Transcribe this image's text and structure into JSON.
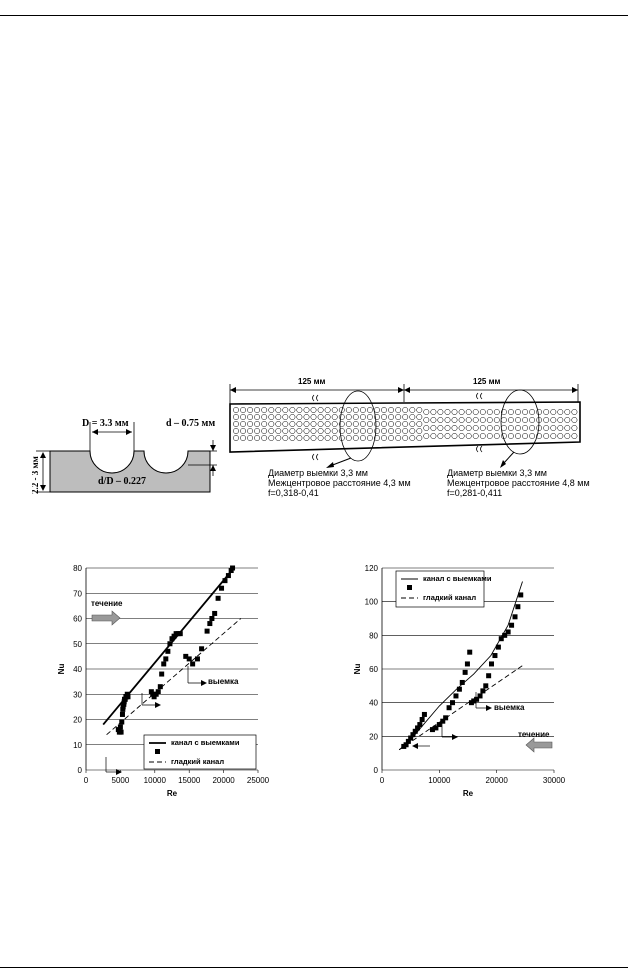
{
  "dimple_profile": {
    "D_label": "D = 3.3 мм",
    "d_label": "d – 0.75 мм",
    "height_label": "2.2 - 3 мм",
    "ratio_label": "d/D – 0.227"
  },
  "channel_plan": {
    "left_length": "125 мм",
    "right_length": "125 мм",
    "left_note": [
      "Диаметр выемки 3,3 мм",
      "Межцентровое расстояние 4,3 мм",
      "f=0,318-0,41"
    ],
    "right_note": [
      "Диаметр выемки 3,3 мм",
      "Межцентровое расстояние 4,8 мм",
      "f=0,281-0,411"
    ]
  },
  "chart_data": [
    {
      "type": "scatter",
      "xlabel": "Re",
      "ylabel": "Nu",
      "xlim": [
        0,
        25000
      ],
      "ylim": [
        0,
        80
      ],
      "xticks": [
        0,
        5000,
        10000,
        15000,
        20000,
        25000
      ],
      "yticks": [
        0,
        10,
        20,
        30,
        40,
        50,
        60,
        70,
        80
      ],
      "grid": "horizontal",
      "legend_position": "bottom-right",
      "legend": [
        "канал с выемками",
        "гладкий канал"
      ],
      "annotations": {
        "flow": "течение",
        "dimple": "выемка"
      },
      "series": [
        {
          "name": "канал с выемками",
          "style": "solid",
          "x": [
            2500,
            21500
          ],
          "y": [
            18,
            80
          ]
        },
        {
          "name": "канал с выемками",
          "style": "points",
          "x": [
            4700,
            4850,
            5000,
            5100,
            5200,
            5300,
            5350,
            5400,
            5500,
            5550,
            5600,
            5700,
            5800,
            5900,
            6000,
            6100,
            9500,
            9700,
            9900,
            10200,
            10500,
            10800,
            11000,
            11300,
            11600,
            11900,
            12200,
            12500,
            12800,
            13100,
            13400,
            13700,
            14500,
            15000,
            15500,
            16200,
            16800,
            17600,
            18000,
            18300,
            18700,
            19200,
            19700,
            20200,
            20700,
            21100,
            21300
          ],
          "y": [
            16,
            15,
            17,
            15,
            19,
            22,
            24,
            25,
            26,
            27,
            28,
            28,
            29,
            29,
            30,
            29,
            31,
            30,
            29,
            30,
            31,
            33,
            38,
            42,
            44,
            47,
            50,
            52,
            53,
            54,
            54,
            54,
            45,
            44,
            42,
            44,
            48,
            55,
            58,
            60,
            62,
            68,
            72,
            75,
            77,
            79,
            80
          ]
        },
        {
          "name": "гладкий канал",
          "style": "dashed",
          "x": [
            3000,
            22500
          ],
          "y": [
            14,
            60
          ]
        }
      ]
    },
    {
      "type": "scatter",
      "xlabel": "Re",
      "ylabel": "Nu",
      "xlim": [
        0,
        30000
      ],
      "ylim": [
        0,
        120
      ],
      "xticks": [
        0,
        10000,
        20000,
        30000
      ],
      "yticks": [
        0,
        20,
        40,
        60,
        80,
        100,
        120
      ],
      "grid": "horizontal",
      "legend_position": "top-left",
      "legend": [
        "канал с выемками",
        "гладкий канал"
      ],
      "annotations": {
        "flow": "течение",
        "dimple": "выемка"
      },
      "series": [
        {
          "name": "канал с выемками",
          "style": "solid",
          "x": [
            3000,
            5000,
            7000,
            10000,
            13000,
            16000,
            19000,
            22000,
            24500
          ],
          "y": [
            12,
            18,
            26,
            38,
            48,
            57,
            68,
            86,
            112
          ]
        },
        {
          "name": "канал с выемками",
          "style": "points",
          "x": [
            3800,
            4200,
            4600,
            5000,
            5400,
            5800,
            6200,
            6600,
            7000,
            7400,
            8800,
            9400,
            10000,
            10600,
            11100,
            11700,
            12300,
            12900,
            13500,
            14000,
            14500,
            14900,
            15300,
            15600,
            16000,
            16500,
            17100,
            17600,
            18100,
            18600,
            19100,
            19700,
            20300,
            20800,
            21400,
            22000,
            22600,
            23200,
            23700,
            24200
          ],
          "y": [
            14,
            15,
            17,
            19,
            21,
            23,
            25,
            27,
            30,
            33,
            24,
            25,
            27,
            29,
            31,
            37,
            40,
            44,
            48,
            52,
            58,
            63,
            70,
            40,
            41,
            42,
            44,
            47,
            50,
            56,
            63,
            68,
            73,
            78,
            80,
            82,
            86,
            91,
            97,
            104
          ]
        },
        {
          "name": "гладкий канал",
          "style": "dashed",
          "x": [
            3000,
            24500
          ],
          "y": [
            12,
            62
          ]
        }
      ]
    }
  ]
}
